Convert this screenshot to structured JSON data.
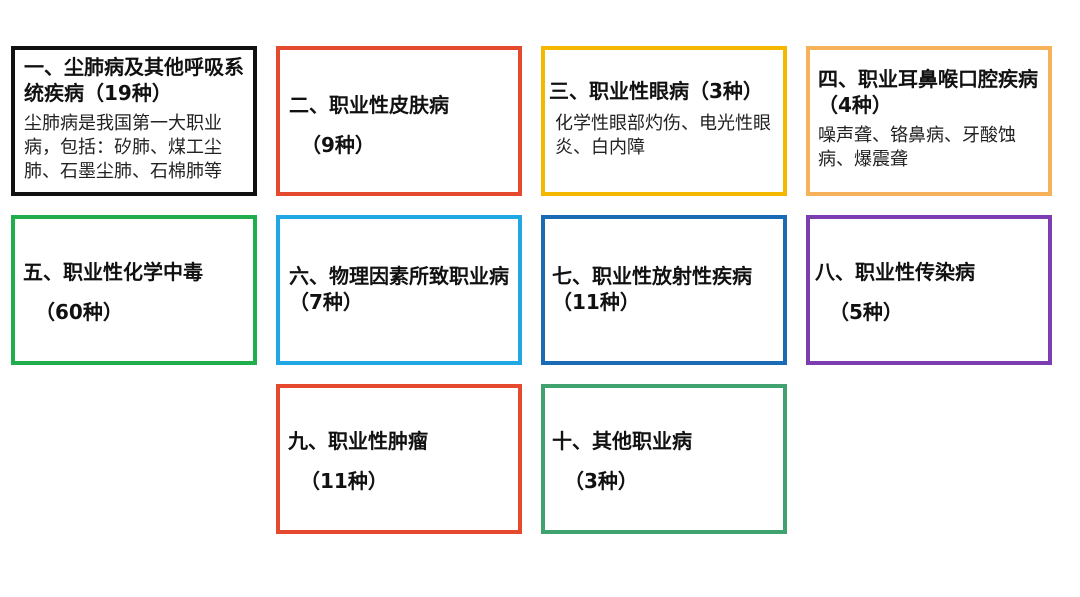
{
  "boxes": [
    {
      "title": "一、尘肺病及其他呼吸系统疾病（19种）",
      "desc": "尘肺病是我国第一大职业病，包括：矽肺、煤工尘肺、石墨尘肺、石棉肺等",
      "color": "#111111"
    },
    {
      "title": "二、职业性皮肤病",
      "count": "（9种）",
      "color": "#E64A2E"
    },
    {
      "title": "三、职业性眼病（3种）",
      "desc": "化学性眼部灼伤、电光性眼炎、白内障",
      "color": "#F5B800"
    },
    {
      "title": "四、职业耳鼻喉口腔疾病（4种）",
      "desc": "噪声聋、铬鼻病、牙酸蚀病、爆震聋",
      "color": "#F6B25A"
    },
    {
      "title": "五、职业性化学中毒",
      "count": "（60种）",
      "color": "#1FAE4B"
    },
    {
      "title": "六、物理因素所致职业病（7种）",
      "color": "#21A7E3"
    },
    {
      "title": "七、职业性放射性疾病（11种）",
      "color": "#1A6BB4"
    },
    {
      "title": "八、职业性传染病",
      "count": "（5种）",
      "color": "#7B3DB0"
    },
    {
      "title": "九、职业性肿瘤",
      "count": "（11种）",
      "color": "#E64A2E"
    },
    {
      "title": "十、其他职业病",
      "count": "（3种）",
      "color": "#3FA26F"
    }
  ]
}
